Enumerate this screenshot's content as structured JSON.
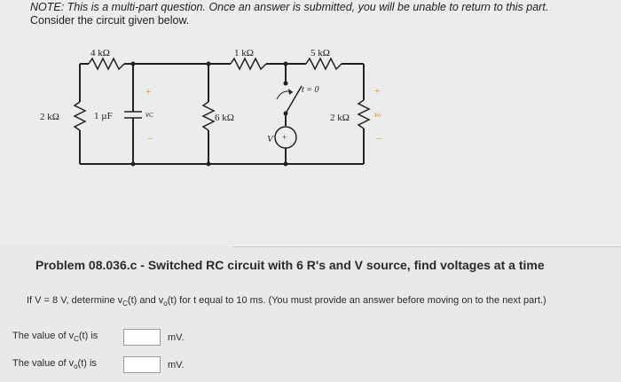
{
  "note": {
    "line1": "NOTE: This is a multi-part question. Once an answer is submitted, you will be unable to return to this part.",
    "line2": "Consider the circuit given below."
  },
  "circuit": {
    "r_top_left": "4 kΩ",
    "r_left": "2 kΩ",
    "capacitor": "1 µF",
    "vc_label": "v",
    "vc_sub": "C",
    "plus": "+",
    "minus": "−",
    "r_mid_top": "1 kΩ",
    "r_right_top": "5 kΩ",
    "switch_time": "t = 0",
    "r_middle": "6 kΩ",
    "source": "V",
    "r_right": "2 kΩ",
    "vo_label": "v",
    "vo_sub": "o"
  },
  "problem": {
    "title": "Problem 08.036.c - Switched RC circuit with 6 R's and V source, find voltages at a time",
    "text_a": "If V = 8 V, determine v",
    "text_b": "C",
    "text_c": "(t) and v",
    "text_d": "o",
    "text_e": "(t) for t equal to 10 ms. (You must provide an answer before moving on to the next part.)"
  },
  "answers": [
    {
      "prefix": "The value of v",
      "sub": "C",
      "suffix": "(t) is",
      "value": "",
      "unit": "mV."
    },
    {
      "prefix": "The value of v",
      "sub": "o",
      "suffix": "(t) is",
      "value": "",
      "unit": "mV."
    }
  ]
}
